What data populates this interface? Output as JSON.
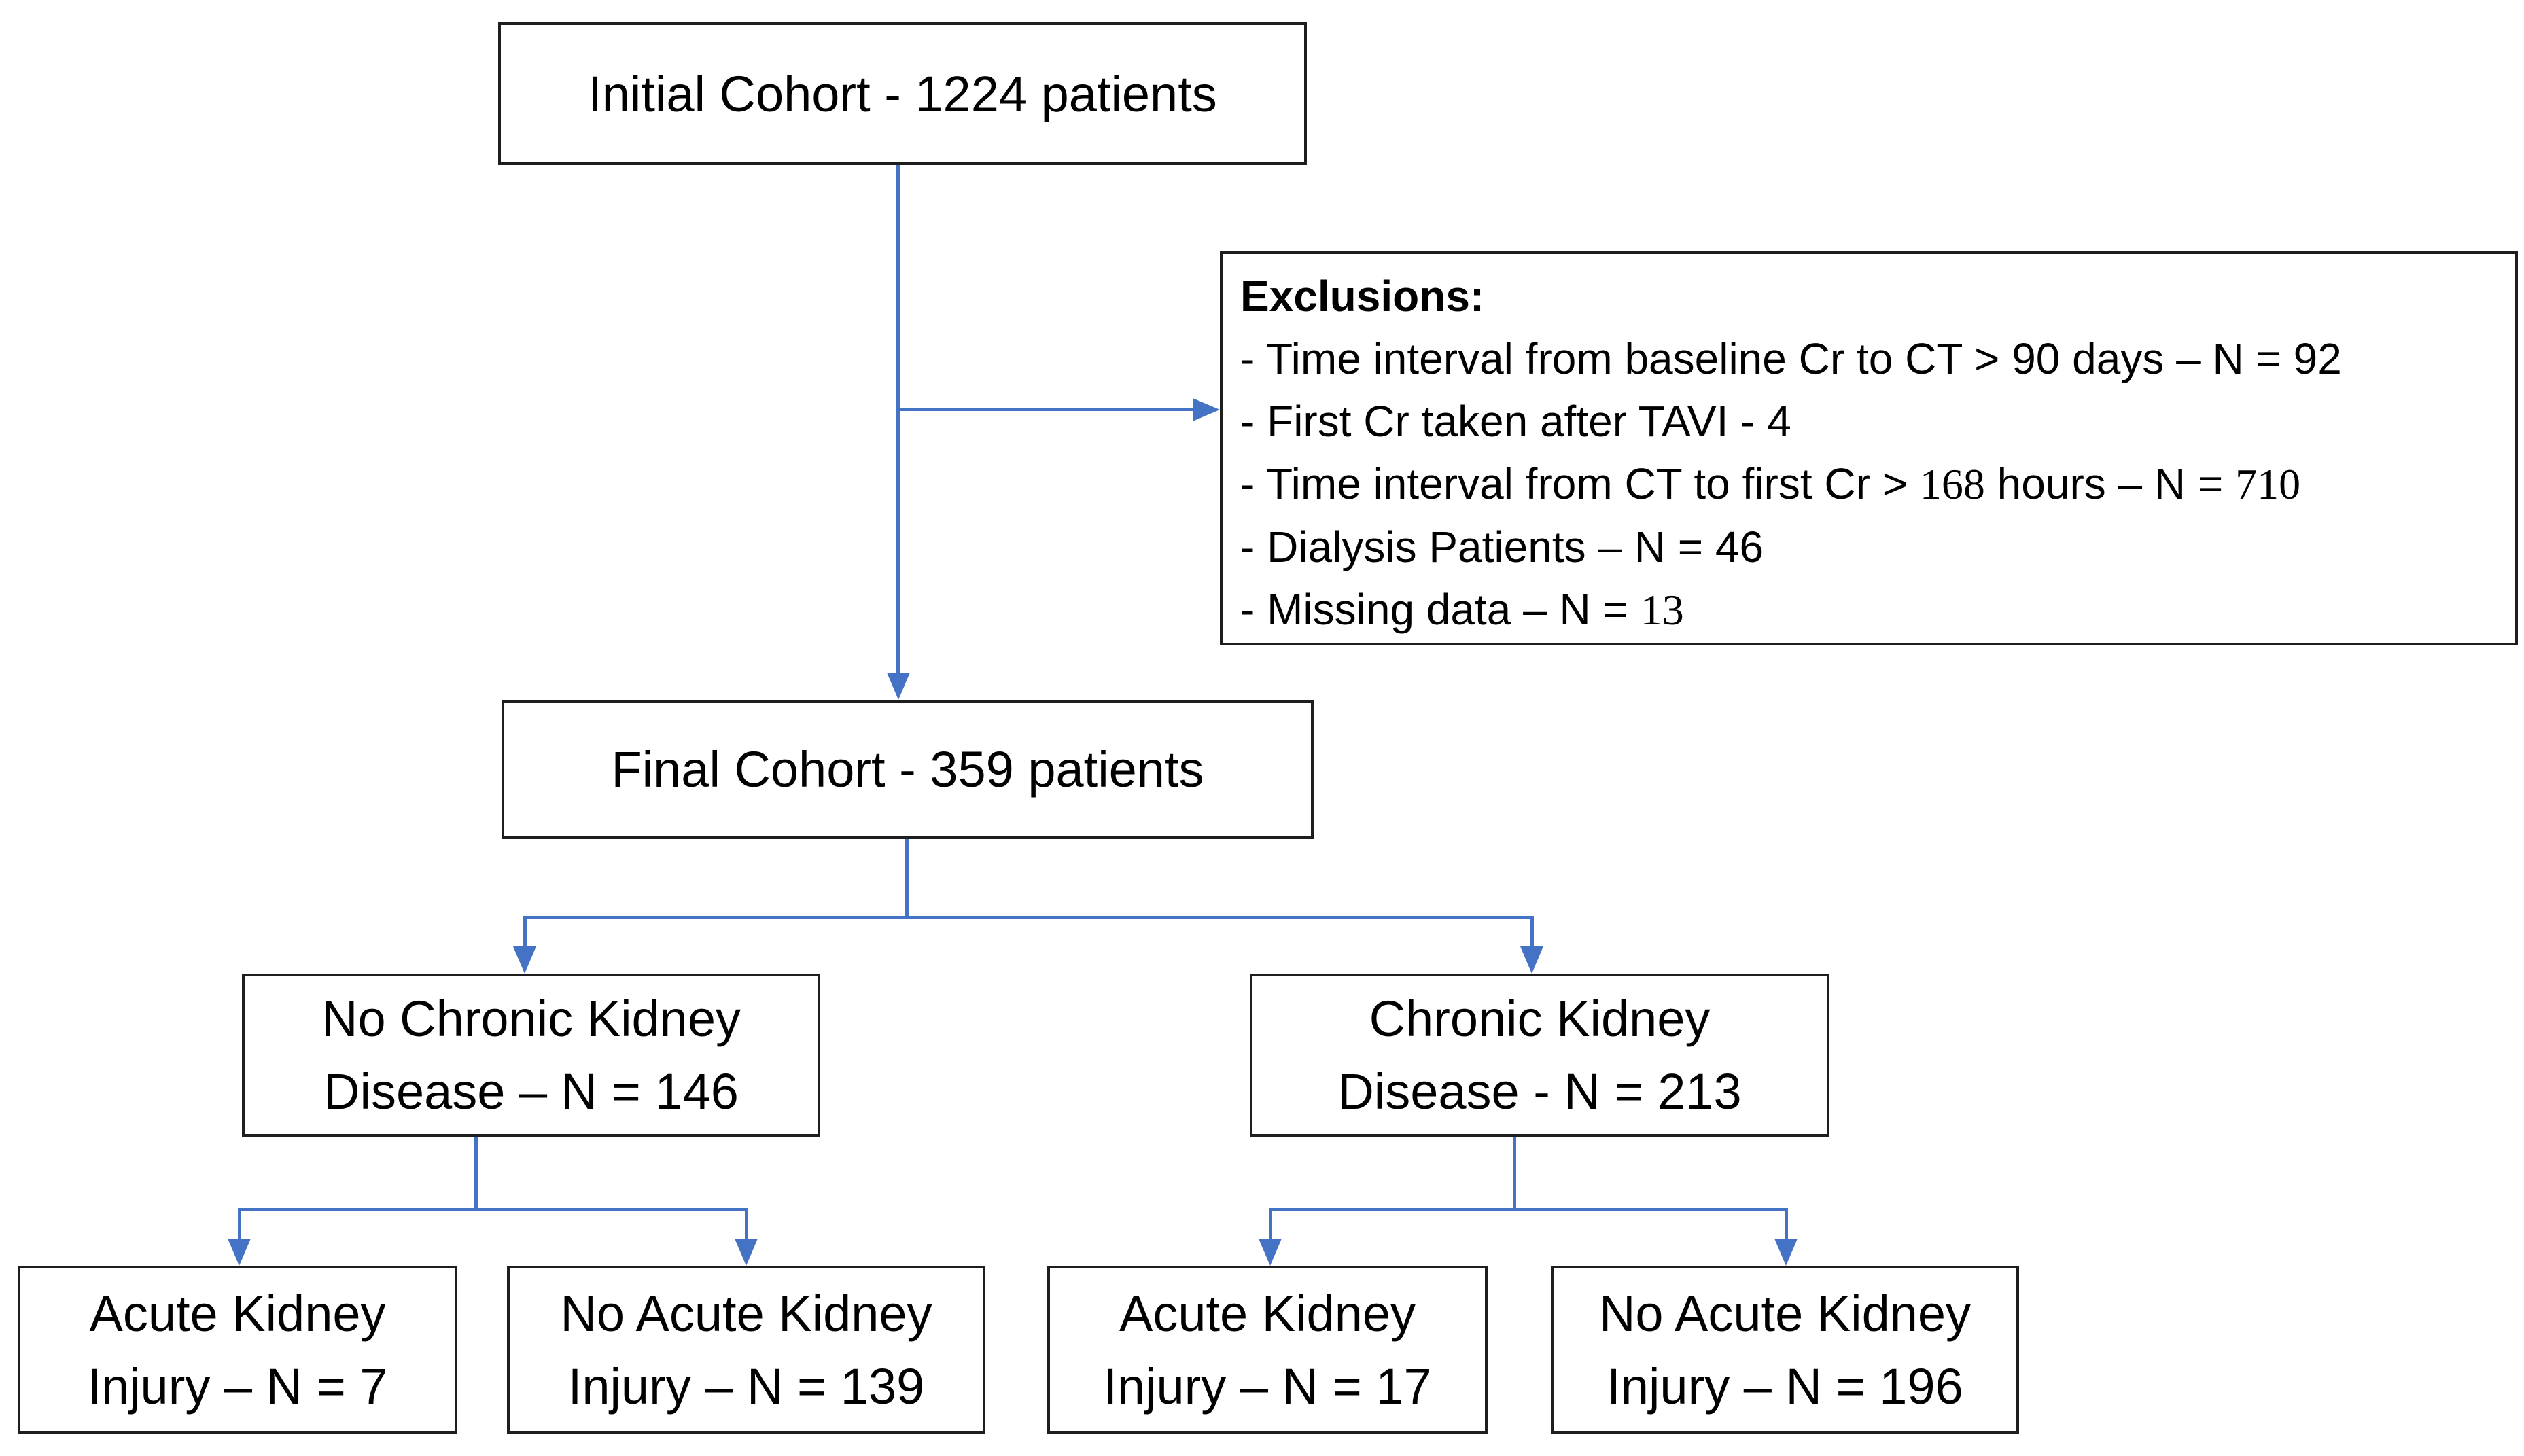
{
  "diagram_title": "TAVI patient cohort flow diagram",
  "colors": {
    "connector": "#4472C4",
    "box_border": "#1e1e1e",
    "text": "#000000",
    "background": "#ffffff"
  },
  "nodes": {
    "initial": {
      "text": "Initial Cohort - 1224 patients"
    },
    "final": {
      "text": "Final Cohort - 359 patients"
    },
    "no_ckd": {
      "line1": "No Chronic Kidney",
      "line2": "Disease – N = 146"
    },
    "ckd": {
      "line1": "Chronic Kidney",
      "line2": "Disease - N = 213"
    },
    "aki_no_ckd": {
      "line1": "Acute Kidney",
      "line2": "Injury – N = 7"
    },
    "no_aki_no_ckd": {
      "line1": "No Acute Kidney",
      "line2": "Injury – N = 139"
    },
    "aki_ckd": {
      "line1": "Acute Kidney",
      "line2": "Injury – N = 17"
    },
    "no_aki_ckd": {
      "line1": "No Acute Kidney",
      "line2": "Injury – N = 196"
    }
  },
  "exclusions": {
    "title": "Exclusions:",
    "items": [
      {
        "segments": [
          {
            "text": "- Time interval from baseline Cr to CT > 90 days – N = 92",
            "serif": false
          }
        ]
      },
      {
        "segments": [
          {
            "text": "- First Cr taken after TAVI - 4",
            "serif": false
          }
        ]
      },
      {
        "segments": [
          {
            "text": "- Time interval from CT to first Cr > ",
            "serif": false
          },
          {
            "text": "168",
            "serif": true
          },
          {
            "text": " hours – N = ",
            "serif": false
          },
          {
            "text": "710",
            "serif": true
          }
        ]
      },
      {
        "segments": [
          {
            "text": "- Dialysis Patients – N = 46",
            "serif": false
          }
        ]
      },
      {
        "segments": [
          {
            "text": "- Missing data – N = ",
            "serif": false
          },
          {
            "text": "13",
            "serif": true
          }
        ]
      }
    ]
  },
  "edges": [
    {
      "from": "initial",
      "to": "final"
    },
    {
      "from": "initial",
      "to": "exclusions"
    },
    {
      "from": "final",
      "to": "no_ckd"
    },
    {
      "from": "final",
      "to": "ckd"
    },
    {
      "from": "no_ckd",
      "to": "aki_no_ckd"
    },
    {
      "from": "no_ckd",
      "to": "no_aki_no_ckd"
    },
    {
      "from": "ckd",
      "to": "aki_ckd"
    },
    {
      "from": "ckd",
      "to": "no_aki_ckd"
    }
  ]
}
